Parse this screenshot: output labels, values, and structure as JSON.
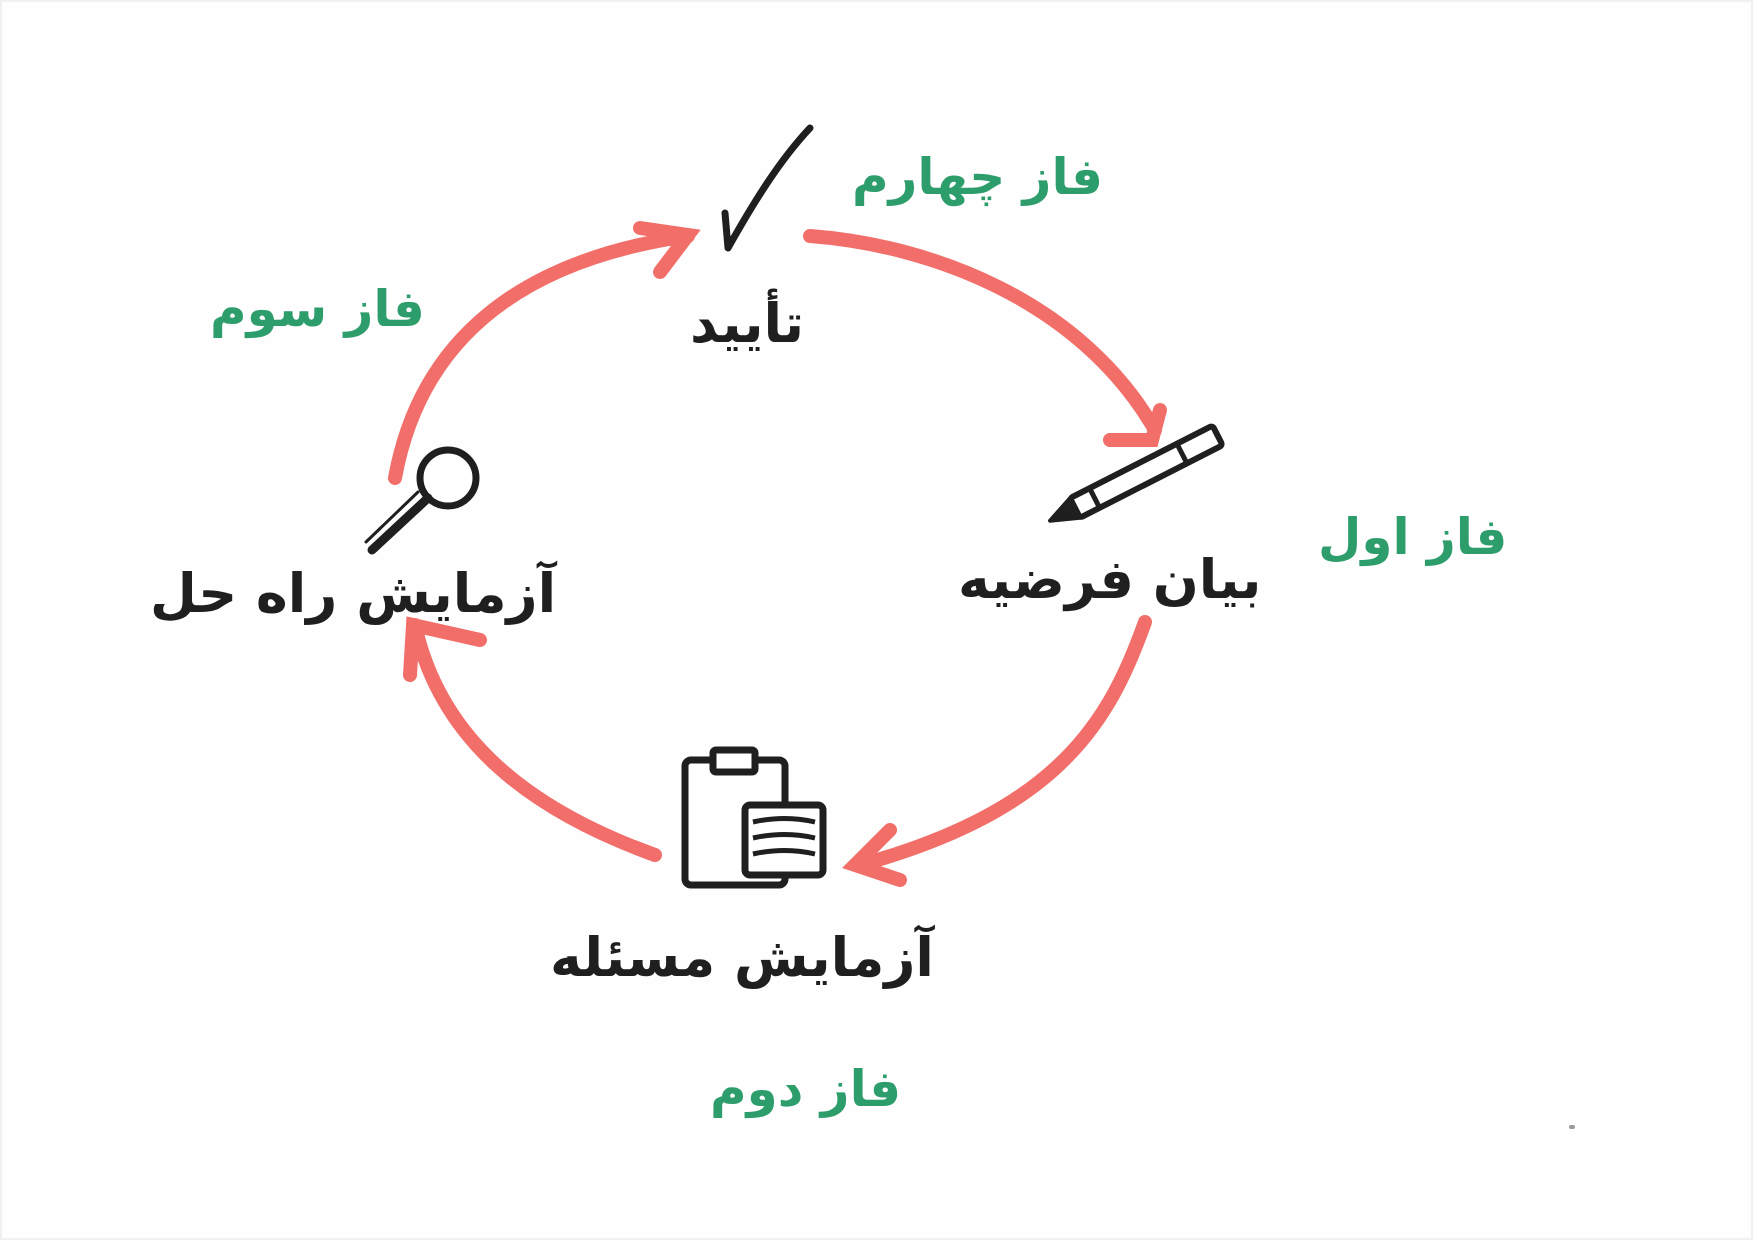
{
  "steps": {
    "problem_statement": "بیان فرضیه",
    "problem_test": "آزمایش مسئله",
    "solution_test": "آزمایش راه حل",
    "confirmation": "تأیید"
  },
  "phases": {
    "phase1": "فاز اول",
    "phase2": "فاز دوم",
    "phase3": "فاز سوم",
    "phase4": "فاز چهارم"
  },
  "icons": {
    "confirmation": "checkmark-icon",
    "problem_statement": "pen-icon",
    "problem_test": "clipboard-icon",
    "solution_test": "magnifier-icon"
  },
  "colors": {
    "arrow": "#f0625d",
    "phase_text": "#2e9d6c",
    "ink": "#1f1f1f"
  }
}
